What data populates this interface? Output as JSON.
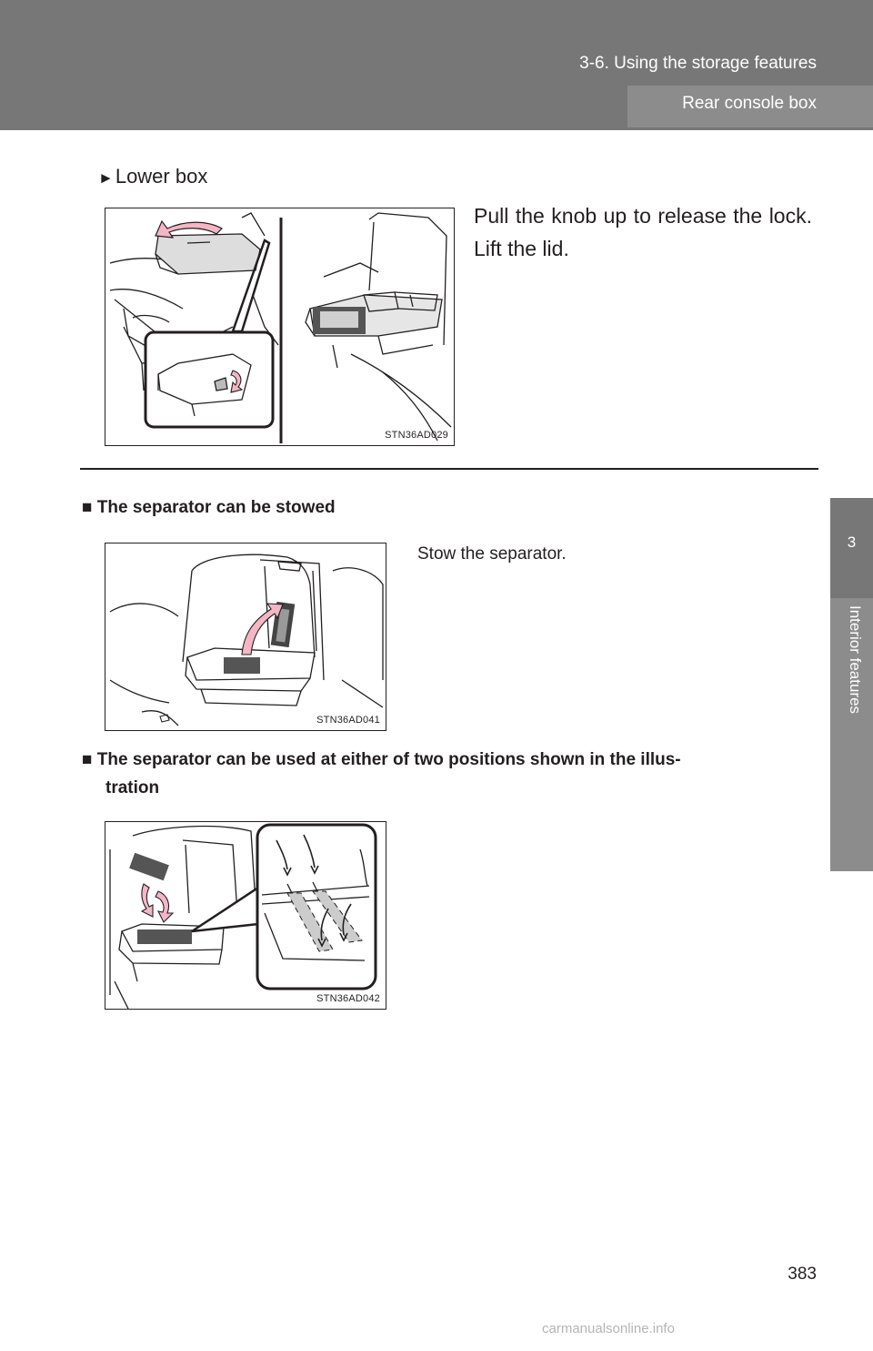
{
  "header": {
    "section": "3-6. Using the storage features",
    "subsection": "Rear console box"
  },
  "side_tab": {
    "chapter_number": "3",
    "chapter_title": "Interior features"
  },
  "lower_box": {
    "heading": "Lower box",
    "text": "Pull the knob up to release the lock. Lift the lid.",
    "figure_code": "STN36AD029"
  },
  "stowed": {
    "heading": "The separator can be stowed",
    "text": "Stow the separator.",
    "figure_code": "STN36AD041"
  },
  "positions": {
    "heading": "The separator can be used at either of two positions shown in the illus-",
    "heading_cont": "tration",
    "figure_code": "STN36AD042"
  },
  "footer": {
    "page_number": "383",
    "watermark": "carmanualsonline.info"
  },
  "colors": {
    "band": "#777777",
    "arrow_pink": "#f4b6c4"
  }
}
